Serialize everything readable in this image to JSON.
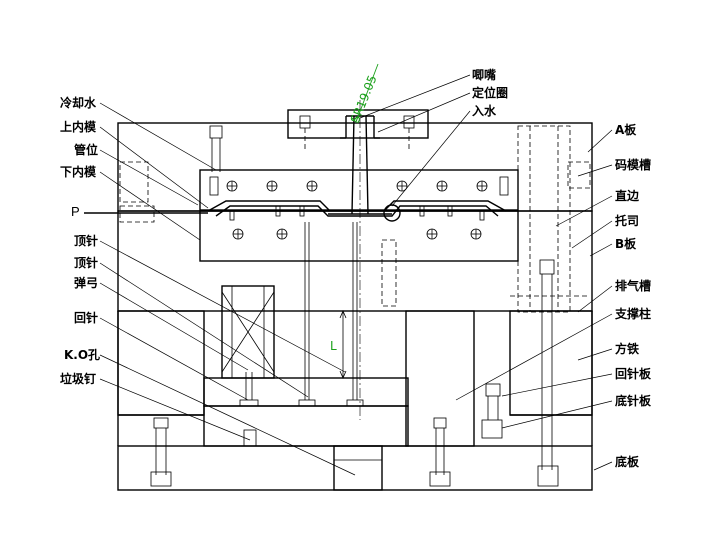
{
  "diagram": {
    "dimension_text": "SR19.05",
    "p_label": "P",
    "l_label": "L",
    "labels_left": {
      "cooling_water": "冷却水",
      "upper_core": "上内模",
      "pipe": "管位",
      "lower_core": "下内模",
      "ejector_pin_1": "顶针",
      "ejector_pin_2": "顶针",
      "spring": "弹弓",
      "return_pin": "回针",
      "ko_hole": "K.O孔",
      "stop_pin": "垃圾钉"
    },
    "labels_top": {
      "sprue_bushing": "唧嘴",
      "locating_ring": "定位圈",
      "water_inlet": "入水"
    },
    "labels_right": {
      "a_plate": "A板",
      "clamp_slot": "码模槽",
      "straight_edge": "直边",
      "guide_bushing": "托司",
      "b_plate": "B板",
      "vent_slot": "排气槽",
      "support_pillar": "支撑柱",
      "spacer_block": "方铁",
      "retainer_plate": "回针板",
      "ejector_plate": "底针板",
      "bottom_plate": "底板"
    }
  }
}
